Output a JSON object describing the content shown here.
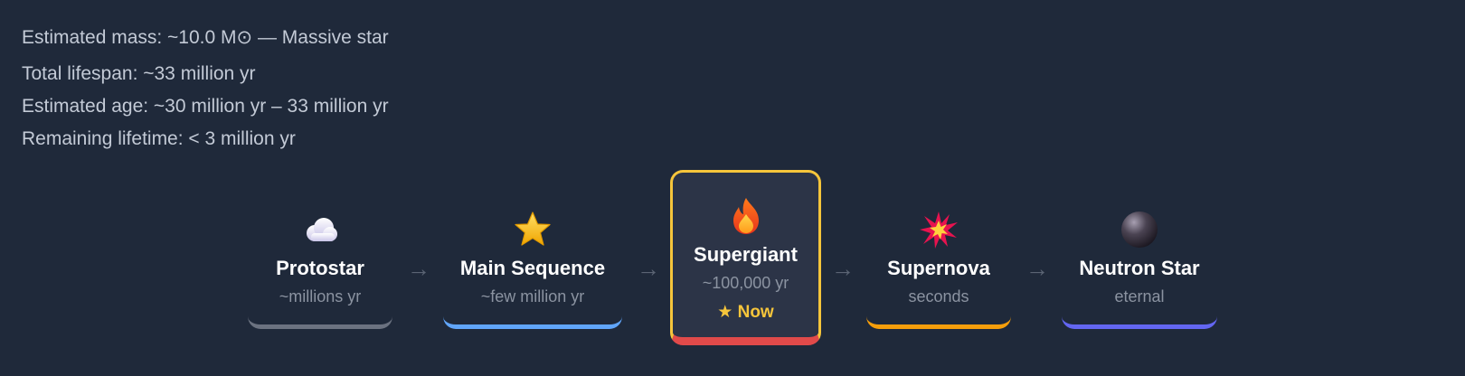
{
  "summary": {
    "mass": "Estimated mass: ~10.0 M⊙ — Massive star",
    "lifespan": "Total lifespan: ~33 million yr",
    "age": "Estimated age: ~30 million yr – 33 million yr",
    "remaining": "Remaining lifetime: < 3 million yr"
  },
  "stages": [
    {
      "icon": "cloud-icon",
      "title": "Protostar",
      "duration": "~millions yr",
      "accent": "#6b7280"
    },
    {
      "icon": "star-icon",
      "title": "Main Sequence",
      "duration": "~few million yr",
      "accent": "#60a5fa"
    },
    {
      "icon": "flame-icon",
      "title": "Supergiant",
      "duration": "~100,000 yr",
      "accent": "#e14a4a",
      "border": "#f6c53b",
      "badge": "★ Now"
    },
    {
      "icon": "explosion-icon",
      "title": "Supernova",
      "duration": "seconds",
      "accent": "#f59e0b"
    },
    {
      "icon": "sphere-icon",
      "title": "Neutron Star",
      "duration": "eternal",
      "accent": "#6366f1"
    }
  ],
  "arrow_symbol": "→"
}
